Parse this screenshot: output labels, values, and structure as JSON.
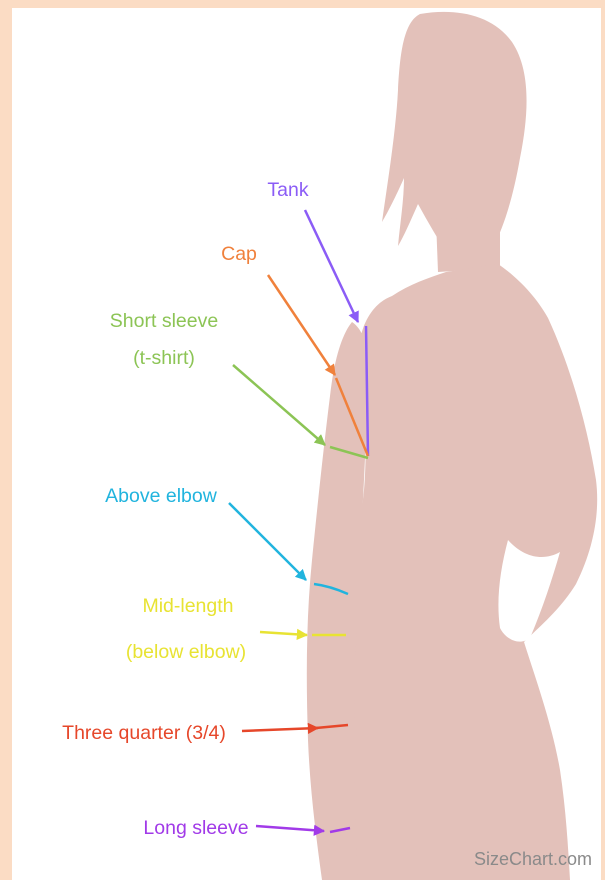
{
  "colors": {
    "silhouette": "#e3c1ba",
    "frame": "#fbdcc4",
    "tank": "#8b5cf6",
    "cap": "#f0813c",
    "short_sleeve": "#8cc455",
    "above_elbow": "#21b4de",
    "mid_length": "#e8e333",
    "three_quarter": "#e6472a",
    "long_sleeve": "#a13ae8",
    "watermark": "#8a8a8a"
  },
  "labels": {
    "tank": "Tank",
    "cap": "Cap",
    "short_sleeve_line1": "Short sleeve",
    "short_sleeve_line2": "(t-shirt)",
    "above_elbow": "Above elbow",
    "mid_length_line1": "Mid-length",
    "mid_length_line2": "(below elbow)",
    "three_quarter": "Three quarter (3/4)",
    "long_sleeve": "Long sleeve"
  },
  "watermark": "SizeChart.com"
}
